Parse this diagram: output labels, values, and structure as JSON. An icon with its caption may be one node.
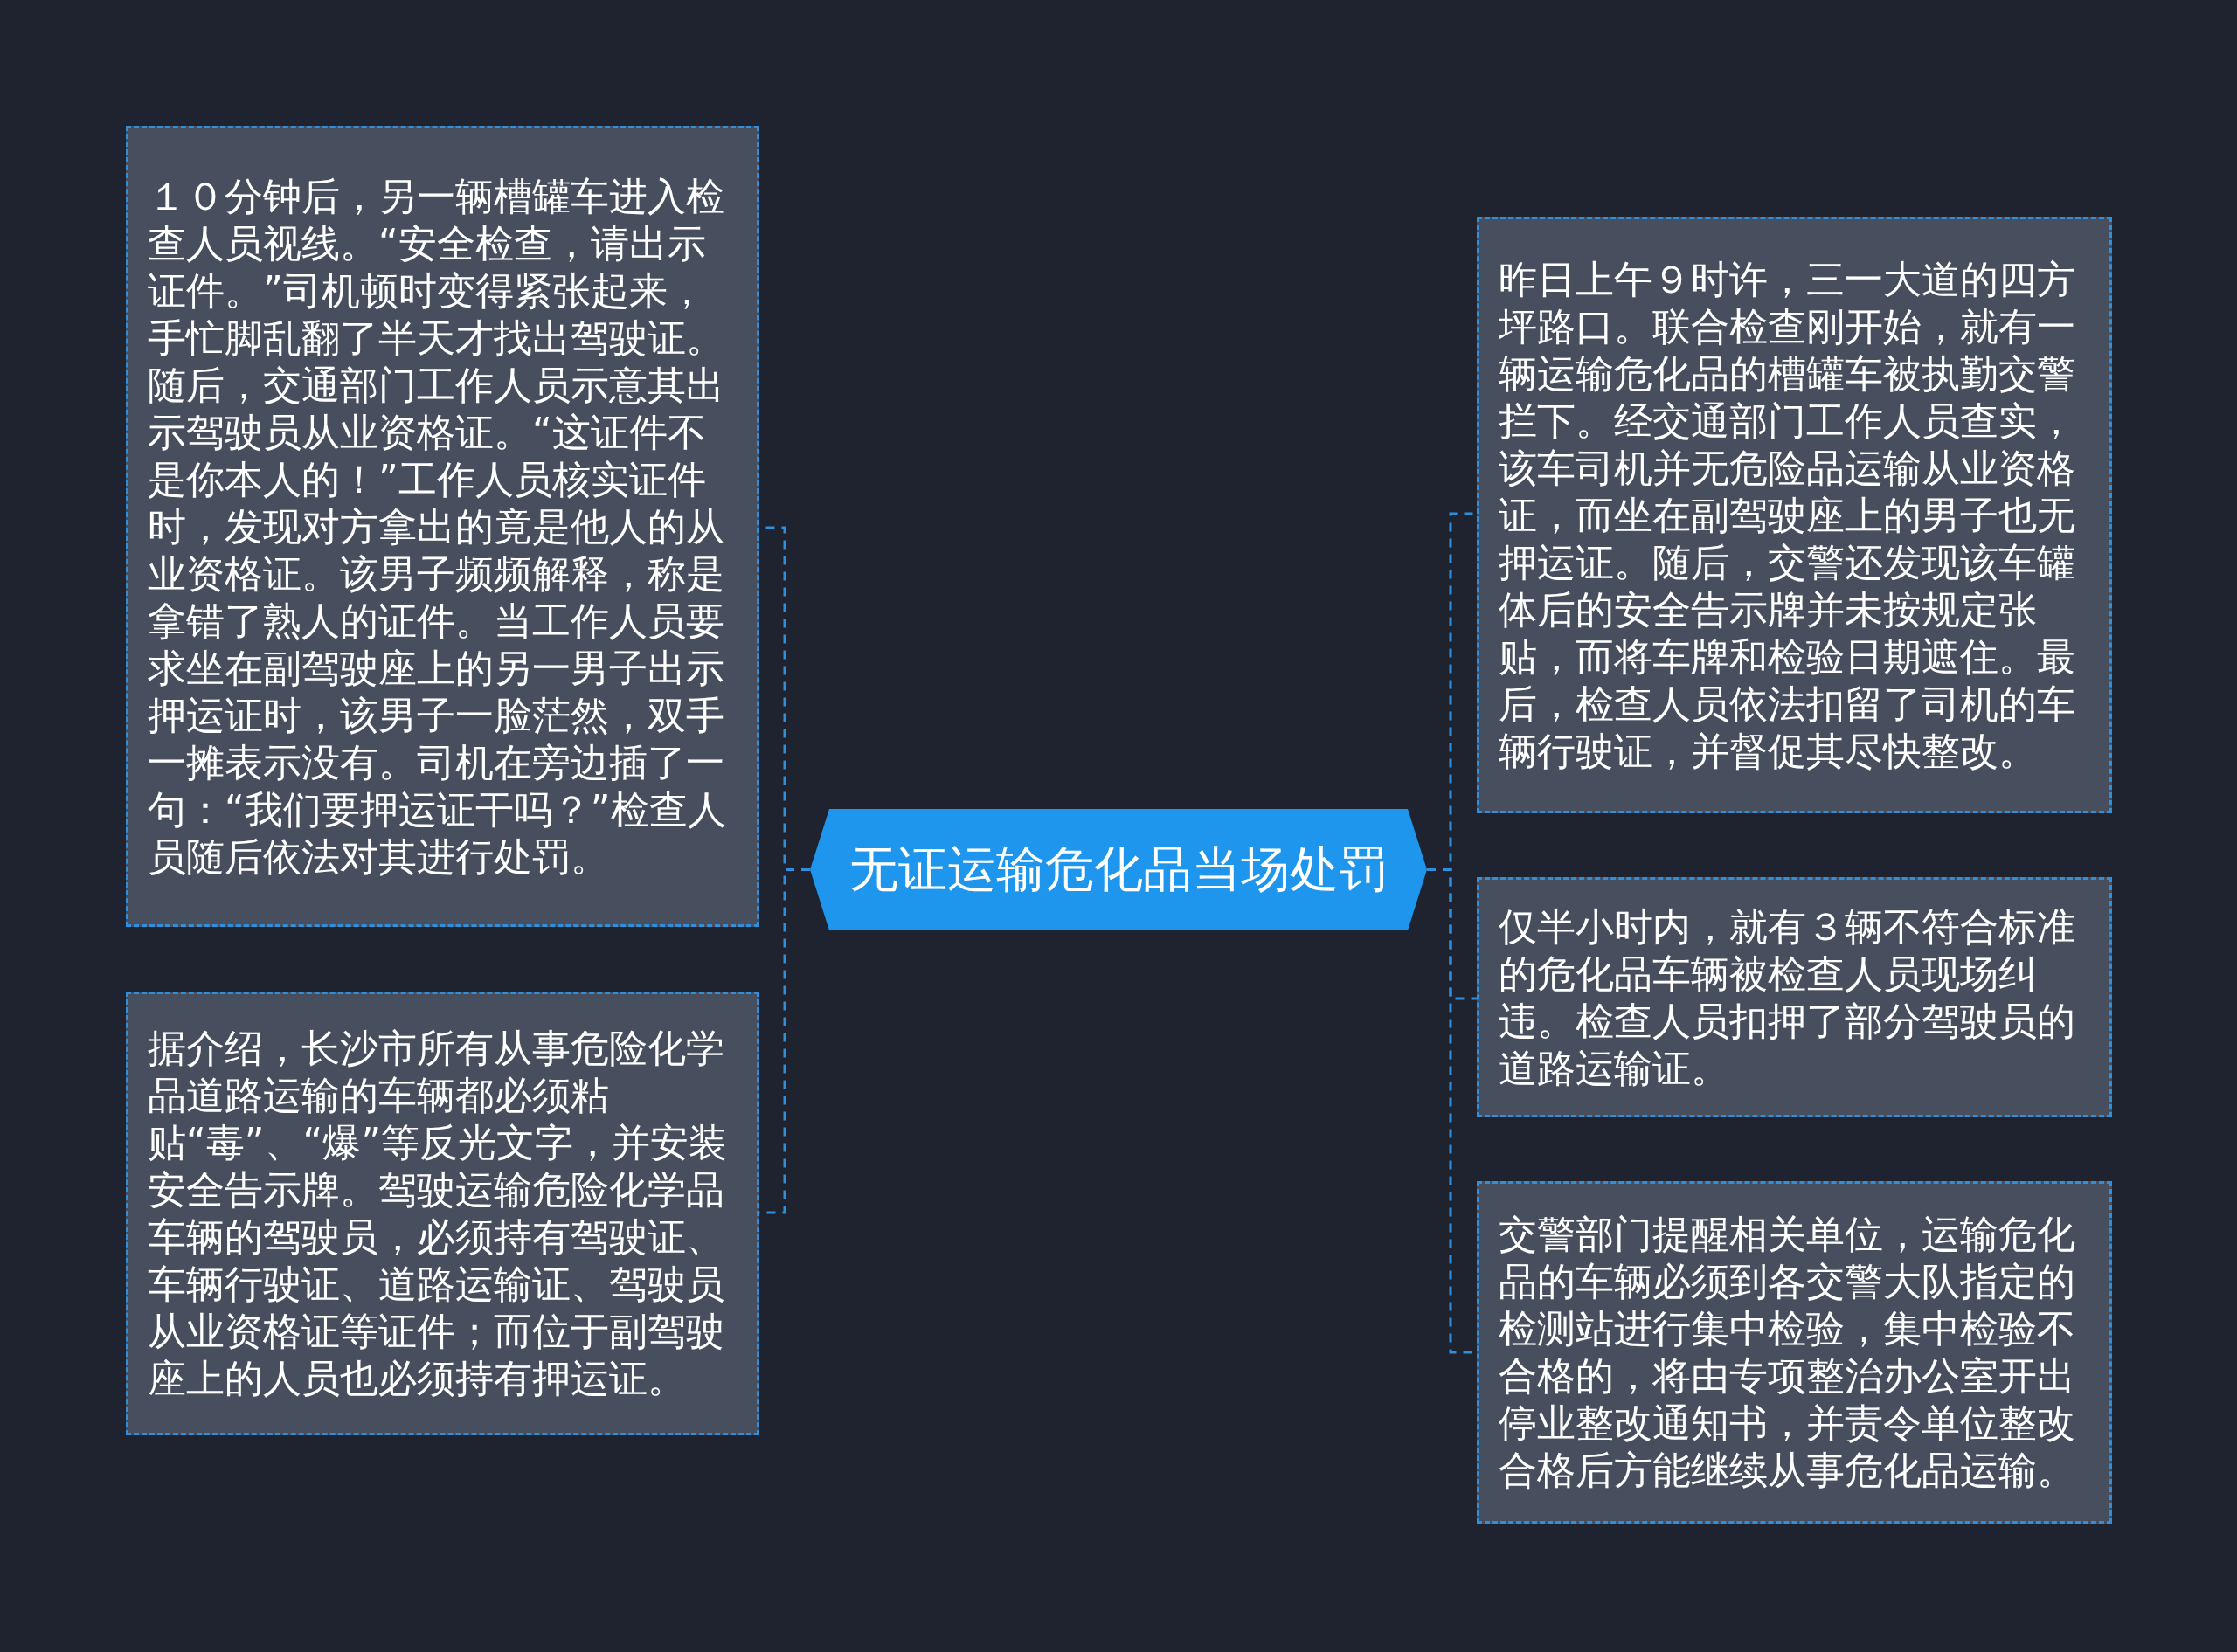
{
  "diagram": {
    "nodes": [
      {
        "text": [
          "无证运输危化品当场处罚"
        ]
      },
      {
        "text": [
          "１０分钟后，另一辆槽罐车进入检查人员视线。“安全检查，请出示证件。”司机顿时变得紧张起来，手忙脚乱翻了半天才找出驾驶证。随后，交通部门工作人员示意其出示驾驶员从业资格证。“这证件不是你本人的！”工作人员核实证件时，发现对方拿出的竟是他人的从业资格证。该男子频频解释，称是拿错了熟人的证件。当工作人员要求坐在副驾驶座上的另一男子出示押运证时，该男子一脸茫然，双手一摊表示没有。司机在旁边插了一句：“我们要押运证干吗？”检查人员随后依法对其进行处罚。"
        ]
      },
      {
        "text": [
          "据介绍，长沙市所有从事危险化学品道路运输的车辆都必须粘贴“毒”、“爆”等反光文字，并安装安全告示牌。驾驶运输危险化学品车辆的驾驶员，必须持有驾驶证、车辆行驶证、道路运输证、驾驶员从业资格证等证件；而位于副驾驶座上的人员也必须持有押运证。"
        ]
      },
      {
        "text": [
          "昨日上午９时许，三一大道的四方坪路口。联合检查刚开始，就有一辆运输危化品的槽罐车被执勤交警拦下。经交通部门工作人员查实，该车司机并无危险品运输从业资格证，而坐在副驾驶座上的男子也无押运证。随后，交警还发现该车罐体后的安全告示牌并未按规定张贴，而将车牌和检验日期遮住。最后，检查人员依法扣留了司机的车辆行驶证，并督促其尽快整改。"
        ]
      },
      {
        "text": [
          "仅半小时内，就有３辆不符合标准的危化品车辆被检查人员现场纠违。检查人员扣押了部分驾驶员的道路运输证。"
        ]
      },
      {
        "text": [
          "交警部门提醒相关单位，运输危化品的车辆必须到各交警大队指定的检测站进行集中检验，集中检验不合格的，将由专项整治办公室开出停业整改通知书，并责令单位整改合格后方能继续从事危化品运输。"
        ]
      }
    ],
    "edges": [
      {
        "from": 0,
        "to": 1,
        "arrow": "none",
        "style": "dashed"
      },
      {
        "from": 0,
        "to": 2,
        "arrow": "none",
        "style": "dashed"
      },
      {
        "from": 0,
        "to": 3,
        "arrow": "none",
        "style": "dashed"
      },
      {
        "from": 0,
        "to": 4,
        "arrow": "none",
        "style": "dashed"
      },
      {
        "from": 0,
        "to": 5,
        "arrow": "none",
        "style": "dashed"
      }
    ]
  }
}
